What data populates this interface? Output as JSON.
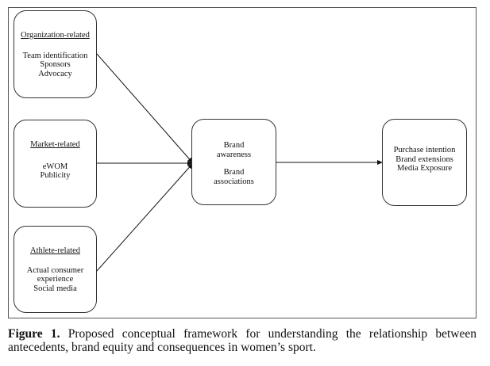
{
  "diagram": {
    "antecedents": [
      {
        "heading": "Organization-related",
        "items": [
          "Team identification",
          "Sponsors",
          "Advocacy"
        ]
      },
      {
        "heading": "Market-related",
        "items": [
          "eWOM",
          "Publicity"
        ]
      },
      {
        "heading": "Athlete-related",
        "items": [
          "Actual consumer",
          "experience",
          "Social media"
        ]
      }
    ],
    "brand_equity": {
      "lines": [
        "Brand",
        "awareness",
        "Brand",
        "associations"
      ]
    },
    "consequences": {
      "items": [
        "Purchase intention",
        "Brand extensions",
        "Media Exposure"
      ]
    }
  },
  "caption": {
    "label": "Figure 1.",
    "text": " Proposed conceptual framework for understanding the relationship between antecedents, brand equity and consequences in women’s sport."
  }
}
